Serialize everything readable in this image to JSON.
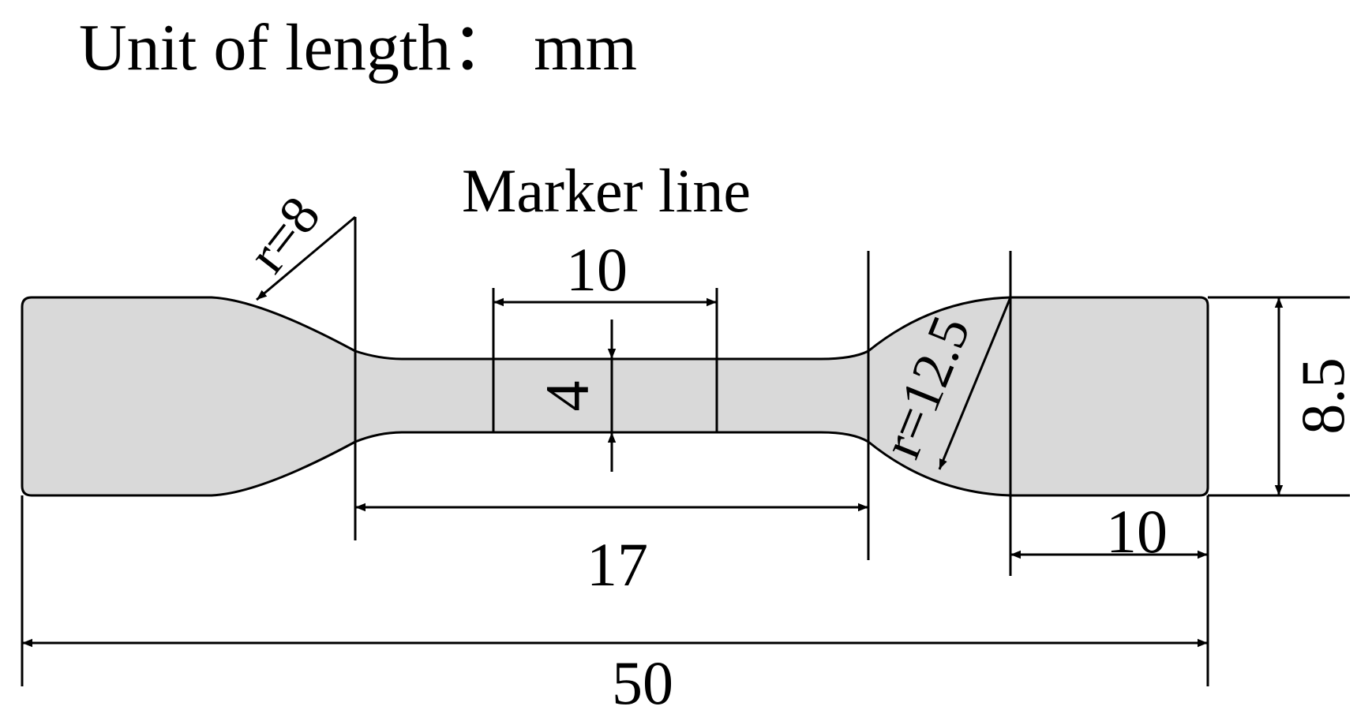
{
  "title": "Unit of length：  mm",
  "marker_label": "Marker line",
  "dimensions": {
    "gauge_length": "10",
    "width": "4",
    "parallel_length": "17",
    "total_length": "50",
    "grip_length": "10",
    "grip_width": "8.5",
    "radius_left": "r=8",
    "radius_right": "r=12.5"
  },
  "colors": {
    "specimen_fill": "#d9d9d9",
    "line": "#000000"
  }
}
